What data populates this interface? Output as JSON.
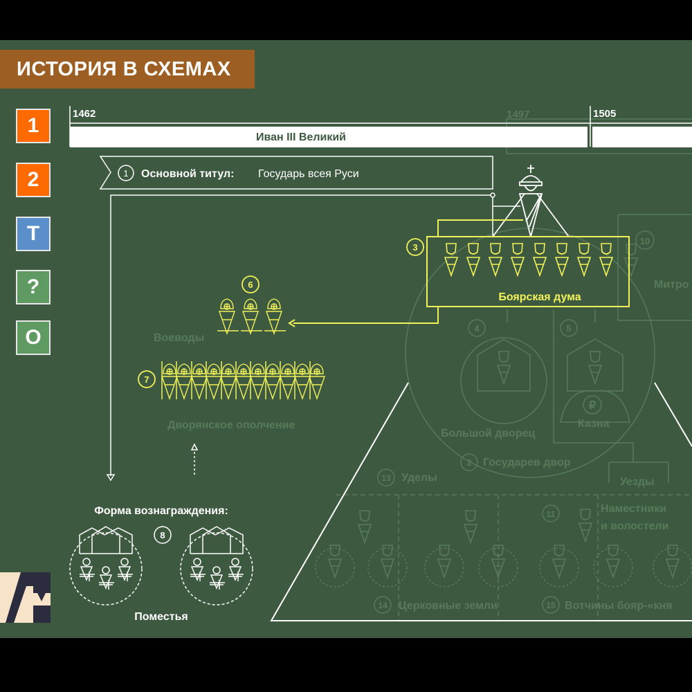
{
  "header": {
    "title": "ИСТОРИЯ В СХЕМАХ"
  },
  "nav": [
    {
      "label": "1",
      "color": "#ff6a00"
    },
    {
      "label": "2",
      "color": "#ff6a00"
    },
    {
      "label": "T",
      "color": "#5b8fc9"
    },
    {
      "label": "?",
      "color": "#5f9a62"
    },
    {
      "label": "O",
      "color": "#5f9a62"
    }
  ],
  "timeline": {
    "start": "1462",
    "mid_faded": "1497",
    "end": "1505",
    "ruler": "Иван III Великий"
  },
  "title_banner": {
    "num": "1",
    "label": "Основной титул:",
    "value": "Государь всея Руси"
  },
  "duma": {
    "num": "3",
    "label": "Боярская дума"
  },
  "voevody": {
    "num": "6",
    "label": "Воеводы"
  },
  "militia": {
    "num": "7",
    "label": "Дворянское ополчение"
  },
  "reward": {
    "heading": "Форма вознаграждения:",
    "num": "8",
    "label": "Поместья"
  },
  "faded": {
    "metropolitan": {
      "num": "10",
      "label": "Митро"
    },
    "palace": {
      "num": "4",
      "label": "Большой дворец"
    },
    "treasury": {
      "num": "5",
      "label": "Казна",
      "symbol": "₽"
    },
    "court": {
      "num": "2",
      "label": "Государев двор"
    },
    "appanages": {
      "num": "13",
      "label": "Уделы"
    },
    "districts": {
      "label": "Уезды"
    },
    "governors": {
      "num": "11",
      "label1": "Наместники",
      "label2": "и волостели"
    },
    "church": {
      "num": "14",
      "label": "Церковные земли"
    },
    "votchiny": {
      "num": "15",
      "label": "Вотчины бояр-«кня"
    }
  },
  "logo": {
    "text": "AM"
  },
  "colors": {
    "bg": "#3d5a40",
    "yellow": "#f2f25a",
    "faded": "#587a5a",
    "title": "#9c5e22"
  }
}
